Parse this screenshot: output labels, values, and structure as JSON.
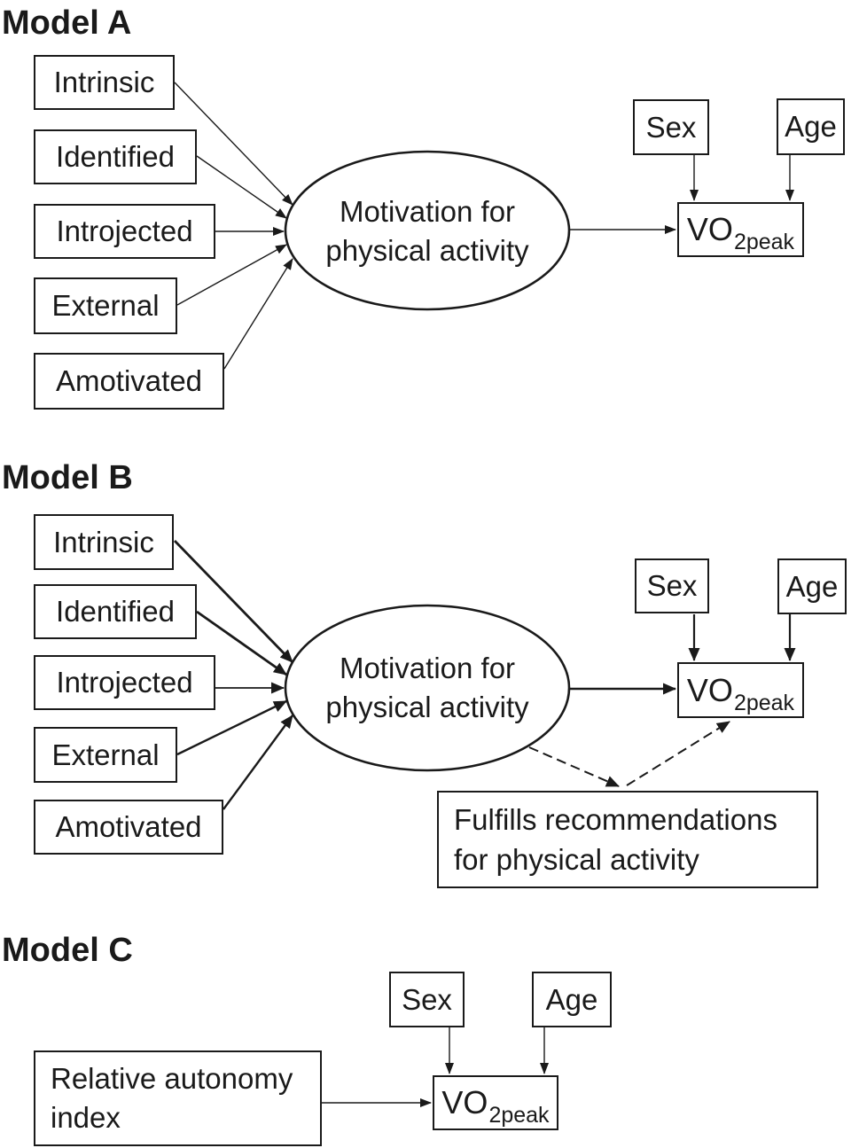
{
  "colors": {
    "line": "#1a1a1a",
    "background": "#ffffff",
    "text": "#1a1a1a"
  },
  "model_a": {
    "title": "Model A",
    "predictors": {
      "intrinsic": "Intrinsic",
      "identified": "Identified",
      "introjected": "Introjected",
      "external": "External",
      "amotivated": "Amotivated"
    },
    "latent": {
      "line1": "Motivation for",
      "line2": "physical activity"
    },
    "sex": "Sex",
    "age": "Age",
    "outcome": {
      "base": "VO",
      "sub": "2peak"
    }
  },
  "model_b": {
    "title": "Model B",
    "predictors": {
      "intrinsic": "Intrinsic",
      "identified": "Identified",
      "introjected": "Introjected",
      "external": "External",
      "amotivated": "Amotivated"
    },
    "latent": {
      "line1": "Motivation for",
      "line2": "physical activity"
    },
    "mediator": {
      "line1": "Fulfills recommendations",
      "line2": "for physical activity"
    },
    "sex": "Sex",
    "age": "Age",
    "outcome": {
      "base": "VO",
      "sub": "2peak"
    }
  },
  "model_c": {
    "title": "Model C",
    "predictor": {
      "line1": "Relative autonomy",
      "line2": "index"
    },
    "sex": "Sex",
    "age": "Age",
    "outcome": {
      "base": "VO",
      "sub": "2peak"
    }
  }
}
